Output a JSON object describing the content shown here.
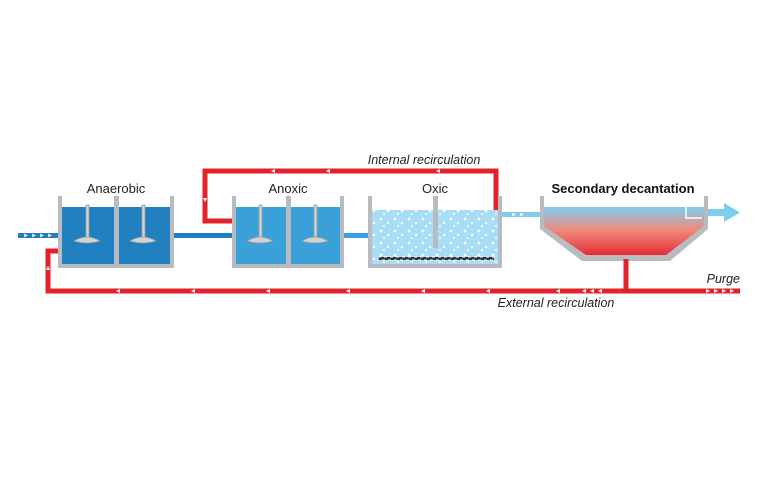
{
  "labels": {
    "anaerobic": "Anaerobic",
    "anoxic": "Anoxic",
    "oxic": "Oxic",
    "secondary_decantation": "Secondary decantation",
    "internal_recirculation": "Internal recirculation",
    "external_recirculation": "External recirculation",
    "purge": "Purge"
  },
  "colors": {
    "water_dark": "#1f7fbf",
    "water_mid": "#3aa0d8",
    "water_light": "#7ecdf0",
    "water_pale": "#a8def5",
    "recirculation_red": "#e3232b",
    "tank_wall": "#b8bcc0",
    "mixer": "#c9c9c9"
  }
}
